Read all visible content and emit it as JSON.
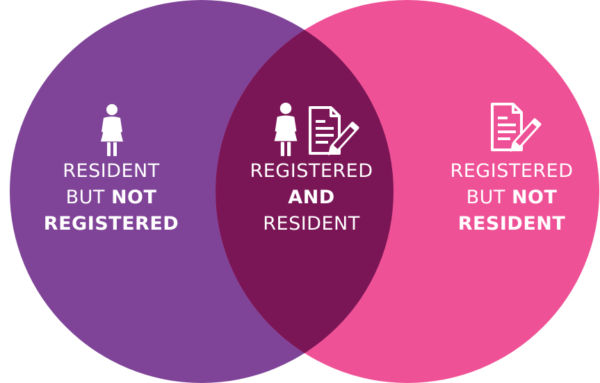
{
  "colors": {
    "left_circle": "#7f4498",
    "right_circle": "#ef5196",
    "overlap": "#7b1656",
    "text": "#ffffff"
  },
  "icons": {
    "left": [
      "person-icon"
    ],
    "center": [
      "person-icon",
      "document-pen-icon"
    ],
    "right": [
      "document-pen-icon"
    ]
  },
  "left": {
    "line1": "RESIDENT",
    "line2_prefix": "BUT",
    "line2_bold": "NOT",
    "line3_bold": "REGISTERED"
  },
  "center": {
    "line1": "REGISTERED",
    "line2_bold": "AND",
    "line3": "RESIDENT"
  },
  "right": {
    "line1": "REGISTERED",
    "line2_prefix": "BUT",
    "line2_bold": "NOT",
    "line3_bold": "RESIDENT"
  }
}
